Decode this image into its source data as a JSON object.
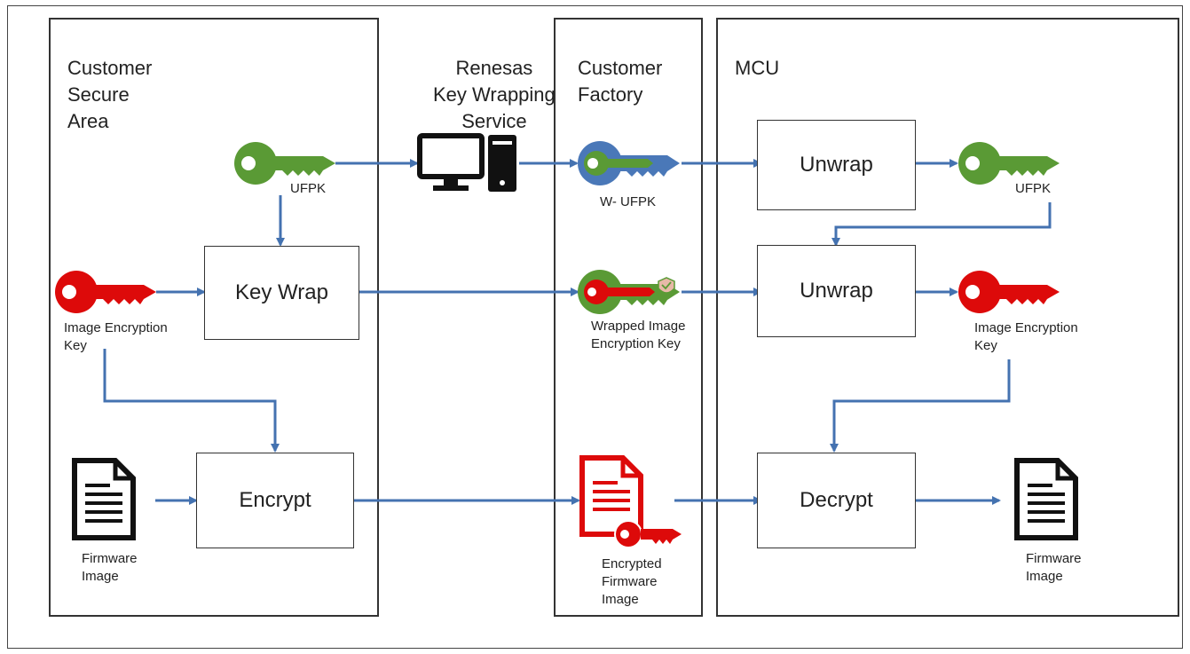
{
  "zones": {
    "customer_secure": "Customer\nSecure\nArea",
    "renesas": "Renesas\nKey Wrapping\nService",
    "customer_factory": "Customer\nFactory",
    "mcu": "MCU"
  },
  "boxes": {
    "key_wrap": "Key Wrap",
    "encrypt": "Encrypt",
    "unwrap_1": "Unwrap",
    "unwrap_2": "Unwrap",
    "decrypt": "Decrypt"
  },
  "labels": {
    "ufpk_left": "UFPK",
    "image_enc_key_left": "Image Encryption\nKey",
    "firmware_image_left": "Firmware\nImage",
    "w_ufpk": "W- UFPK",
    "wrapped_key": "Wrapped Image\nEncryption Key",
    "encrypted_fw": "Encrypted\nFirmware\nImage",
    "ufpk_right": "UFPK",
    "image_enc_key_right": "Image Encryption\nKey",
    "firmware_image_right": "Firmware\nImage"
  },
  "colors": {
    "arrow": "#4472b0",
    "key_green": "#5a9a35",
    "key_red": "#dd0a0a",
    "key_blue": "#4a78b8",
    "doc_black": "#111111",
    "doc_red": "#dd0a0a"
  },
  "icons": {
    "ufpk_key": "green-key",
    "image_key": "red-key",
    "wrapped_ufpk": "blue-green-key",
    "wrapped_image_key": "green-red-key-with-shield",
    "firmware": "document",
    "encrypted_firmware": "red-document-with-key",
    "service": "desktop-computer"
  }
}
